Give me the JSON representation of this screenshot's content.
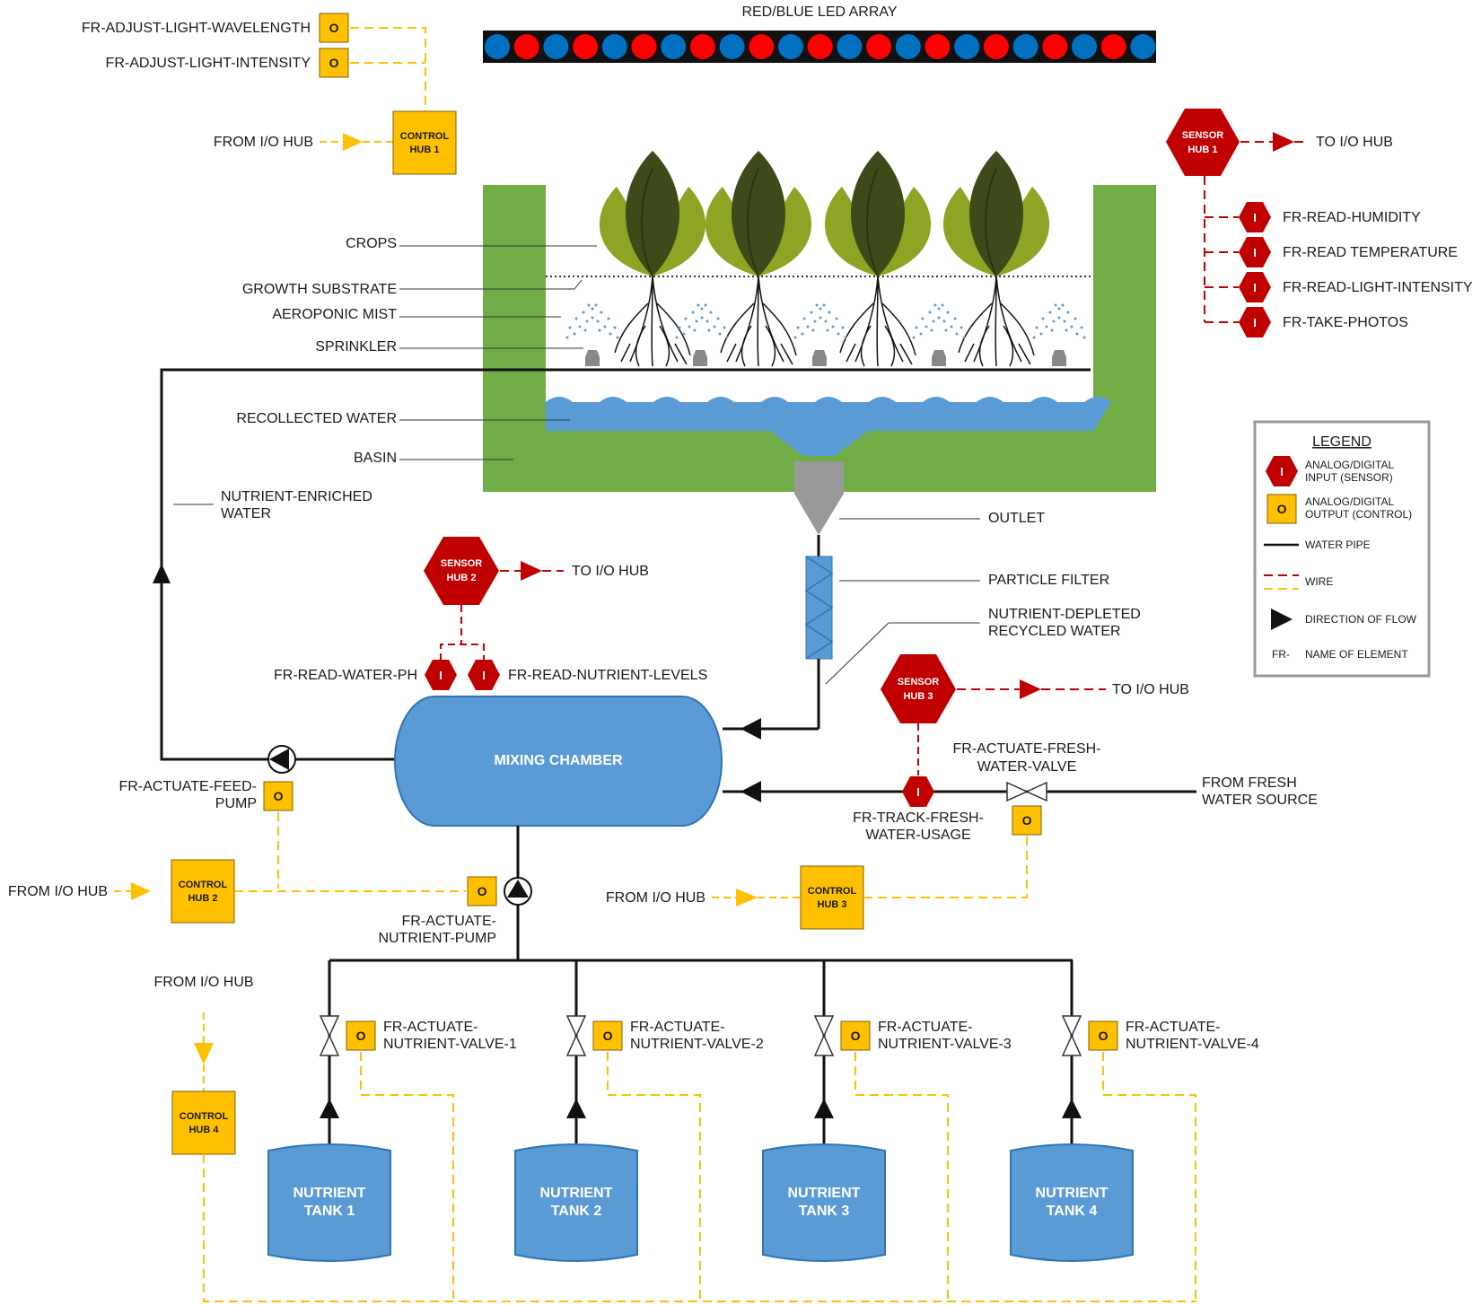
{
  "colors": {
    "sensor_red": "#c00000",
    "control_yellow": "#ffc000",
    "basin_green": "#70ad47",
    "water_blue": "#5b9bd5",
    "led_red": "#ff0000",
    "led_blue": "#0070c0",
    "wire_dash_yellow": "#ffc000"
  },
  "icons": {
    "sensor": "red-hexagon-icon",
    "control": "yellow-square-icon",
    "pump": "pump-icon",
    "valve": "valve-icon",
    "arrow": "flow-arrow-icon"
  },
  "top": {
    "led_array_label": "RED/BLUE LED ARRAY",
    "wavelength_label": "FR-ADJUST-LIGHT-WAVELENGTH",
    "intensity_label": "FR-ADJUST-LIGHT-INTENSITY",
    "from_io_hub": "FROM I/O HUB",
    "control_hub_1": [
      "CONTROL",
      "HUB 1"
    ]
  },
  "grow_bed": {
    "crops": "CROPS",
    "growth_substrate": "GROWTH SUBSTRATE",
    "aeroponic_mist": "AEROPONIC MIST",
    "sprinkler": "SPRINKLER",
    "recollected_water": "RECOLLECTED WATER",
    "basin": "BASIN",
    "nutrient_enriched_water": [
      "NUTRIENT-ENRICHED",
      "WATER"
    ],
    "outlet": "OUTLET",
    "particle_filter": "PARTICLE FILTER",
    "nutrient_depleted": [
      "NUTRIENT-DEPLETED",
      "RECYCLED WATER"
    ]
  },
  "sensor_hub_1": {
    "label": [
      "SENSOR",
      "HUB 1"
    ],
    "to_io_hub": "TO I/O HUB",
    "inputs": [
      "FR-READ-HUMIDITY",
      "FR-READ TEMPERATURE",
      "FR-READ-LIGHT-INTENSITY",
      "FR-TAKE-PHOTOS"
    ]
  },
  "sensor_hub_2": {
    "label": [
      "SENSOR",
      "HUB 2"
    ],
    "to_io_hub": "TO I/O HUB",
    "read_ph": "FR-READ-WATER-PH",
    "read_nutrients": "FR-READ-NUTRIENT-LEVELS"
  },
  "sensor_hub_3": {
    "label": [
      "SENSOR",
      "HUB 3"
    ],
    "to_io_hub": "TO I/O HUB",
    "fresh_valve": [
      "FR-ACTUATE-FRESH-",
      "WATER-VALVE"
    ],
    "track_usage": [
      "FR-TRACK-FRESH-",
      "WATER-USAGE"
    ],
    "fresh_source": [
      "FROM FRESH",
      "WATER SOURCE"
    ]
  },
  "mixing": {
    "chamber": "MIXING CHAMBER",
    "feed_pump": [
      "FR-ACTUATE-FEED-",
      "PUMP"
    ],
    "nutrient_pump": [
      "FR-ACTUATE-",
      "NUTRIENT-PUMP"
    ],
    "from_io_hub": "FROM I/O HUB",
    "control_hub_2": [
      "CONTROL",
      "HUB 2"
    ],
    "control_hub_3": [
      "CONTROL",
      "HUB 3"
    ]
  },
  "tanks": {
    "from_io_hub": "FROM I/O HUB",
    "control_hub_4": [
      "CONTROL",
      "HUB 4"
    ],
    "valves": [
      [
        "FR-ACTUATE-",
        "NUTRIENT-VALVE-1"
      ],
      [
        "FR-ACTUATE-",
        "NUTRIENT-VALVE-2"
      ],
      [
        "FR-ACTUATE-",
        "NUTRIENT-VALVE-3"
      ],
      [
        "FR-ACTUATE-",
        "NUTRIENT-VALVE-4"
      ]
    ],
    "names": [
      [
        "NUTRIENT",
        "TANK 1"
      ],
      [
        "NUTRIENT",
        "TANK 2"
      ],
      [
        "NUTRIENT",
        "TANK 3"
      ],
      [
        "NUTRIENT",
        "TANK 4"
      ]
    ]
  },
  "legend": {
    "title": "LEGEND",
    "sensor": [
      "ANALOG/DIGITAL",
      "INPUT (SENSOR)"
    ],
    "control": [
      "ANALOG/DIGITAL",
      "OUTPUT (CONTROL)"
    ],
    "pipe": "WATER PIPE",
    "wire": "WIRE",
    "flow": "DIRECTION OF FLOW",
    "fr_prefix": "FR-",
    "fr_desc": "NAME OF ELEMENT"
  },
  "symbols": {
    "input": "I",
    "output": "O"
  }
}
